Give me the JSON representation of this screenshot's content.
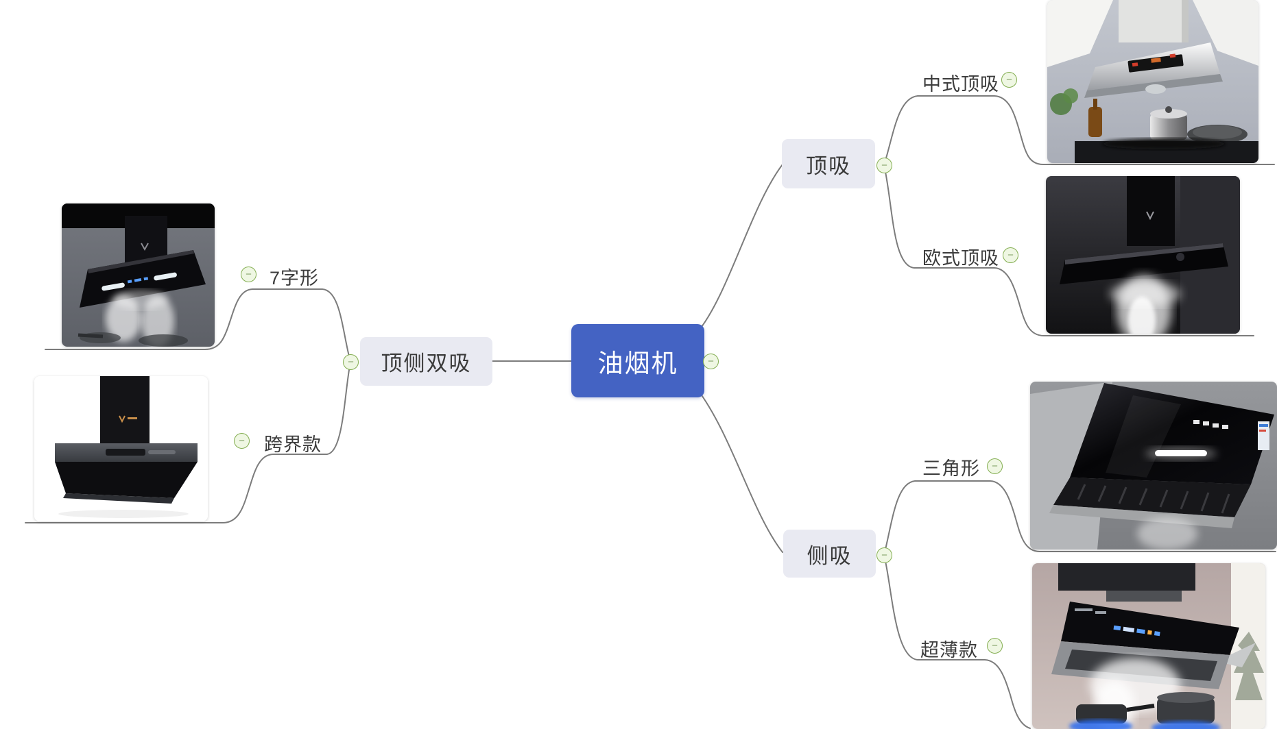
{
  "root": {
    "label": "油烟机"
  },
  "branches": [
    {
      "label": "顶吸",
      "children": [
        {
          "label": "中式顶吸",
          "image": "chinese-style-top-suction-hood-photo"
        },
        {
          "label": "欧式顶吸",
          "image": "european-style-top-suction-hood-photo"
        }
      ]
    },
    {
      "label": "侧吸",
      "children": [
        {
          "label": "三角形",
          "image": "triangular-side-suction-hood-photo"
        },
        {
          "label": "超薄款",
          "image": "ultra-thin-side-suction-hood-photo"
        }
      ]
    },
    {
      "label": "顶侧双吸",
      "children": [
        {
          "label": "7字形",
          "image": "seven-shaped-dual-suction-hood-photo"
        },
        {
          "label": "跨界款",
          "image": "crossover-dual-suction-hood-photo"
        }
      ]
    }
  ],
  "ui": {
    "collapse_glyph": "−"
  },
  "colors": {
    "root_bg": "#4463c3",
    "root_text": "#ffffff",
    "branch_bg": "#e9eaf2",
    "branch_text": "#3a3a3a",
    "leaf_text": "#3c3c3c",
    "edge_line": "#7c7c7c",
    "collapse_fill": "#eff7e3",
    "collapse_border": "#84ae52"
  }
}
